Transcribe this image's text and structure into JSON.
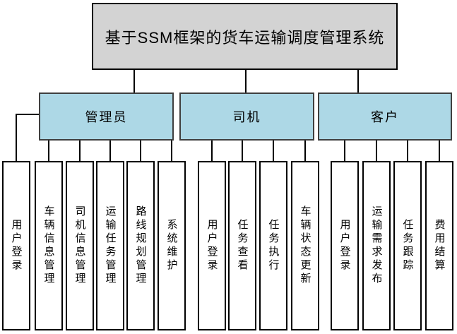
{
  "diagram": {
    "title": "基于SSM框架的货车运输调度管理系统",
    "groups": [
      {
        "label": "管理员",
        "children": [
          "用户登录",
          "车辆信息管理",
          "司机信息管理",
          "运输任务管理",
          "路线规划管理",
          "系统维护"
        ]
      },
      {
        "label": "司机",
        "children": [
          "用户登录",
          "任务查看",
          "任务执行",
          "车辆状态更新"
        ]
      },
      {
        "label": "客户",
        "children": [
          "用户登录",
          "运输需求发布",
          "任务跟踪",
          "费用结算"
        ]
      }
    ],
    "colors": {
      "title_fill": "#d3d3d3",
      "group_fill": "#add8e6",
      "leaf_fill": "#ffffff",
      "border": "#000000",
      "group_border": "#3f3f3f",
      "line": "#000000"
    }
  }
}
